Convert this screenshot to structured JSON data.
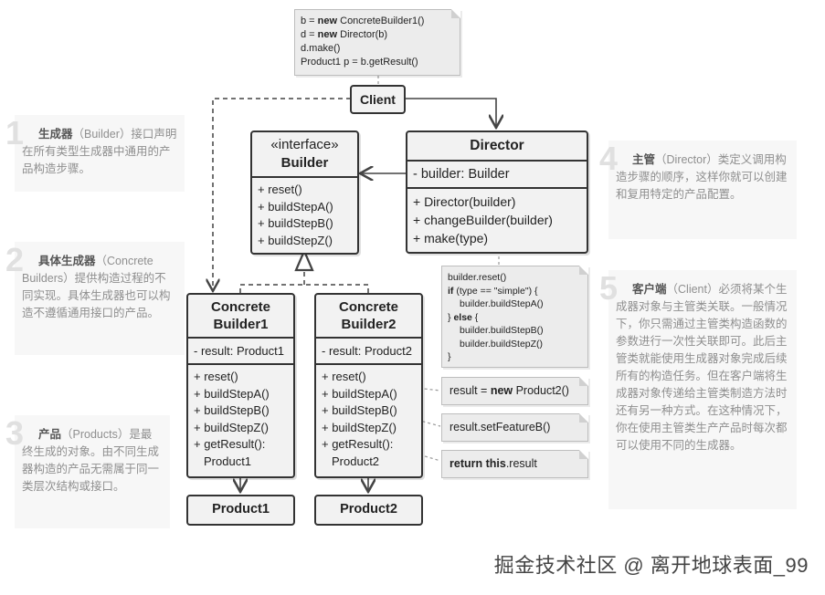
{
  "client": {
    "label": "Client"
  },
  "client_note": {
    "line1": "b = ",
    "line1_kw": "new",
    "line1_rest": " ConcreteBuilder1()",
    "line2": "d = ",
    "line2_kw": "new",
    "line2_rest": " Director(b)",
    "line3": "d.make()",
    "line4": "Product1 p = b.getResult()"
  },
  "builder": {
    "stereotype": "«interface»",
    "name": "Builder",
    "methods": [
      "+ reset()",
      "+ buildStepA()",
      "+ buildStepB()",
      "+ buildStepZ()"
    ]
  },
  "director": {
    "name": "Director",
    "field": "- builder: Builder",
    "methods": [
      "+ Director(builder)",
      "+ changeBuilder(builder)",
      "+ make(type)"
    ]
  },
  "director_note": {
    "l1": "builder.reset()",
    "l2_kw": "if",
    "l2_rest": " (type == \"simple\") {",
    "l3": "builder.buildStepA()",
    "l4_a": "} ",
    "l4_kw": "else",
    "l4_b": " {",
    "l5": "builder.buildStepB()",
    "l6": "builder.buildStepZ()",
    "l7": "}"
  },
  "cb1": {
    "name_l1": "Concrete",
    "name_l2": "Builder1",
    "field": "- result: Product1",
    "methods": [
      "+ reset()",
      "+ buildStepA()",
      "+ buildStepB()",
      "+ buildStepZ()",
      "+ getResult():"
    ],
    "return_type": "Product1"
  },
  "cb2": {
    "name_l1": "Concrete",
    "name_l2": "Builder2",
    "field": "- result: Product2",
    "methods": [
      "+ reset()",
      "+ buildStepA()",
      "+ buildStepB()",
      "+ buildStepZ()",
      "+ getResult():"
    ],
    "return_type": "Product2"
  },
  "products": {
    "p1": "Product1",
    "p2": "Product2"
  },
  "impl_notes": {
    "reset_a": "result = ",
    "reset_kw": "new",
    "reset_b": " Product2()",
    "stepb": "result.setFeatureB()",
    "get_kw1": "return",
    "get_kw2": " this",
    "get_b": ".result"
  },
  "descriptions": [
    {
      "num": "1",
      "title": "生成器",
      "body": "（Builder）接口声明在所有类型生成器中通用的产品构造步骤。"
    },
    {
      "num": "2",
      "title": "具体生成器",
      "body": "（Concrete Builders）提供构造过程的不同实现。具体生成器也可以构造不遵循通用接口的产品。"
    },
    {
      "num": "3",
      "title": "产品",
      "body": "（Products）是最终生成的对象。由不同生成器构造的产品无需属于同一类层次结构或接口。"
    },
    {
      "num": "4",
      "title": "主管",
      "body": "（Director）类定义调用构造步骤的顺序，这样你就可以创建和复用特定的产品配置。"
    },
    {
      "num": "5",
      "title": "客户端",
      "body": "（Client）必须将某个生成器对象与主管类关联。一般情况下，你只需通过主管类构造函数的参数进行一次性关联即可。此后主管类就能使用生成器对象完成后续所有的构造任务。但在客户端将生成器对象传递给主管类制造方法时还有另一种方式。在这种情况下，你在使用主管类生产产品时每次都可以使用不同的生成器。"
    }
  ],
  "watermark": "掘金技术社区 @ 离开地球表面_99"
}
